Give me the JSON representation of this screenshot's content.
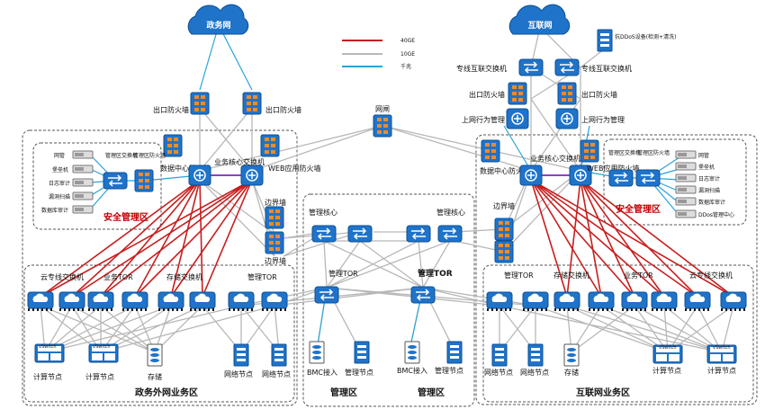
{
  "clouds": {
    "gov": "政务网",
    "internet": "互联网"
  },
  "legend": {
    "red": "40GE",
    "gray": "10GE",
    "blue": "千兆",
    "red_color": "#c81e1e",
    "gray_color": "#b8b8b8",
    "blue_color": "#2aa3d8"
  },
  "gov": {
    "fw1": "出口防火墙",
    "fw2": "出口防火墙",
    "dc_fw": "数据中心防火墙",
    "core": "业务核心交换机",
    "waf": "WEB应用防火墙",
    "border": "边界墙",
    "border2": "边界墙",
    "security_zone": "安全管理区",
    "mgmt_switch": "管理区交换机",
    "mgmt_fw": "管理区防火墙",
    "servers": [
      "网管",
      "堡垒机",
      "日志审计",
      "漏洞扫描",
      "数据库审计"
    ],
    "tor_labels": [
      "云专线交换机",
      "业务TOR",
      "存储交换机",
      "管理TOR"
    ],
    "bottom": [
      "计算节点",
      "计算节点",
      "存储",
      "网络节点",
      "网络节点"
    ],
    "vswitch": "vSwitch",
    "vm": "VM",
    "zone": "政务外网业务区"
  },
  "mgmt": {
    "core1": "管理核心",
    "core2": "管理核心",
    "tor1": "管理TOR",
    "tor2": "管理TOR",
    "bmc1": "BMC接入",
    "node1": "管理节点",
    "bmc2": "BMC接入",
    "node2": "管理节点",
    "zone1": "管理区",
    "zone2": "管理区"
  },
  "gateway": "网闸",
  "net": {
    "ddos": "抗DDoS设备(检测+清洗)",
    "sw1": "专线互联交换机",
    "sw2": "专线互联交换机",
    "fw1": "出口防火墙",
    "fw2": "出口防火墙",
    "bm1": "上网行为管理",
    "bm2": "上网行为管理",
    "dc_fw": "数据中心防火墙",
    "core": "业务核心交换机",
    "waf": "WEB应用防火墙",
    "border": "边界墙",
    "security_zone": "安全管理区",
    "mgmt_switch": "管理区交换机",
    "mgmt_fw": "管理区防火墙",
    "servers": [
      "网管",
      "堡垒机",
      "日志审计",
      "漏洞扫描",
      "数据库审计",
      "DDos管理中心"
    ],
    "tor_labels": [
      "管理TOR",
      "存储交换机",
      "业务TOR",
      "云专线交换机"
    ],
    "bottom": [
      "网络节点",
      "网络节点",
      "存储",
      "计算节点",
      "计算节点"
    ],
    "zone": "互联网业务区"
  }
}
